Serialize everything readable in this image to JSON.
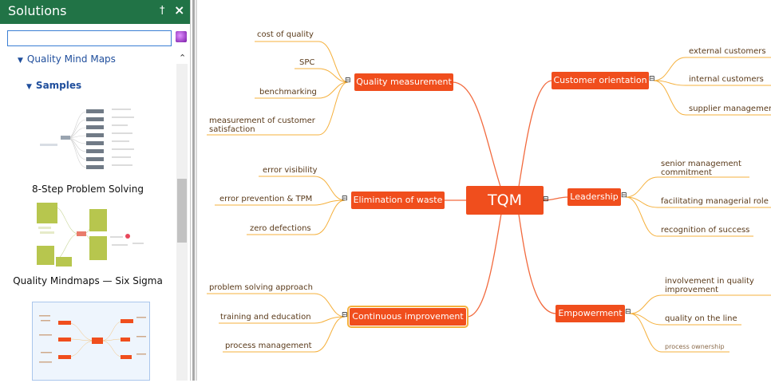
{
  "panel": {
    "title": "Solutions",
    "pin_glyph": "†",
    "close_glyph": "×",
    "search_placeholder": "",
    "tree_root": "Quality Mind Maps",
    "tree_samples": "Samples",
    "samples": [
      {
        "label": "8-Step Problem Solving"
      },
      {
        "label": "Quality Mindmaps — Six Sigma"
      },
      {
        "label": ""
      }
    ]
  },
  "map": {
    "central": "TQM",
    "topics": [
      {
        "key": "qm",
        "label": "Quality measurement",
        "subs": [
          "cost of quality",
          "SPC",
          "benchmarking",
          "measurement of customer",
          "satisfaction"
        ]
      },
      {
        "key": "ew",
        "label": "Elimination of waste",
        "subs": [
          "error visibility",
          "error prevention & TPM",
          "zero defections"
        ]
      },
      {
        "key": "ci",
        "label": "Continuous improvement",
        "subs": [
          "problem solving approach",
          "training and education",
          "process management"
        ]
      },
      {
        "key": "co",
        "label": "Customer orientation",
        "subs": [
          "external customers",
          "internal customers",
          "supplier managemen"
        ]
      },
      {
        "key": "ld",
        "label": "Leadership",
        "subs": [
          "senior management",
          "commitment",
          "facilitating managerial role",
          "recognition of success"
        ]
      },
      {
        "key": "em",
        "label": "Empowerment",
        "subs": [
          "involvement in quality",
          "improvement",
          "quality on the line",
          "process ownership"
        ]
      }
    ]
  },
  "colors": {
    "panel_header": "#217346",
    "topic": "#f04e1d",
    "branch": "#f5b03c",
    "tree_text": "#1f4e9c"
  }
}
